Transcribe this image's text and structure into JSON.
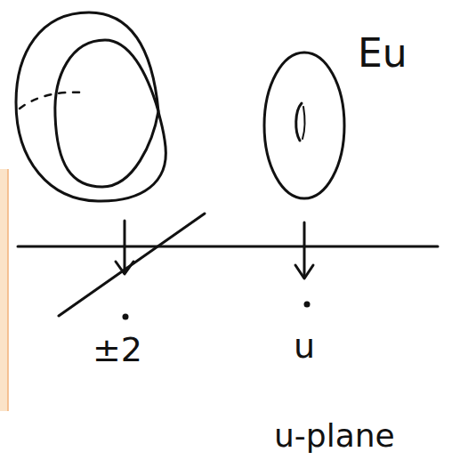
{
  "diagram": {
    "labels": [
      "Eu",
      "±2",
      "u",
      "u-plane"
    ]
  }
}
